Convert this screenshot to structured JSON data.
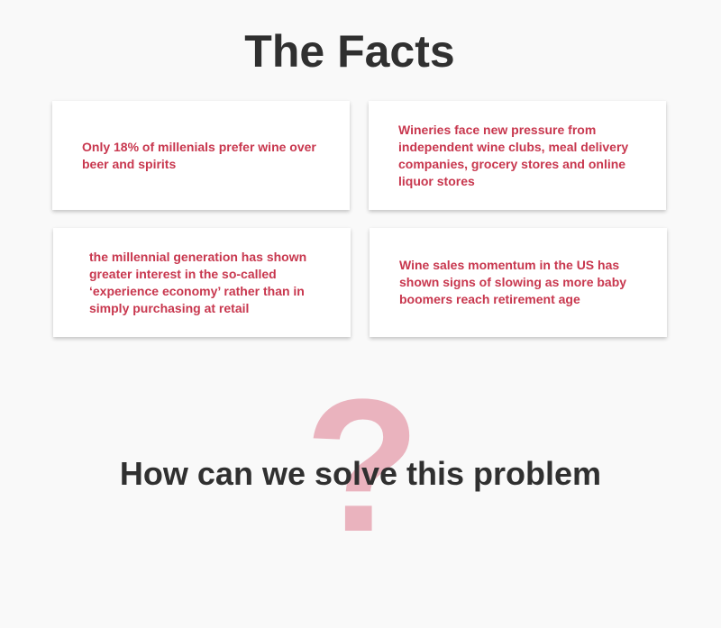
{
  "header": {
    "title": "The Facts"
  },
  "facts": [
    {
      "text": "Only 18% of millenials prefer wine over beer and spirits"
    },
    {
      "text": "Wineries face new pressure from independent wine clubs, meal delivery companies, grocery stores and online liquor stores"
    },
    {
      "text": "the millennial generation has shown greater interest in the so-called ‘experience economy’ rather than in simply purchasing at retail"
    },
    {
      "text": "Wine sales momentum in the US has shown signs of slowing as more baby boomers reach retirement age"
    }
  ],
  "problem": {
    "icon_glyph": "?",
    "icon": "question-mark-icon",
    "heading": "How can we solve this problem"
  },
  "colors": {
    "background": "#f9f9f9",
    "heading": "#303030",
    "accent_text": "#c8374e",
    "question_mark": "#eab3be",
    "card": "#ffffff"
  }
}
